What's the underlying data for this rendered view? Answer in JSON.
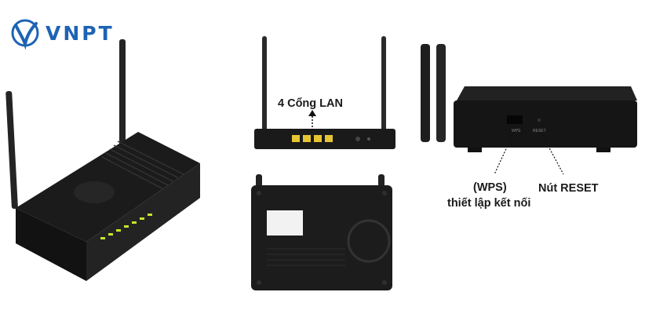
{
  "brand": {
    "name": "VNPT",
    "color": "#1e63b4"
  },
  "labels": {
    "lan_ports": "4 Cổng LAN",
    "wps_title": "(WPS)",
    "wps_desc": "thiết lập kết nối",
    "reset": "Nút RESET"
  },
  "device_markings": {
    "wps": "WPS",
    "reset": "RESET"
  },
  "colors": {
    "device_body": "#1d1d1d",
    "device_edge": "#2c2c2c",
    "lan_port": "#e6c534",
    "led": "#c8e628"
  }
}
